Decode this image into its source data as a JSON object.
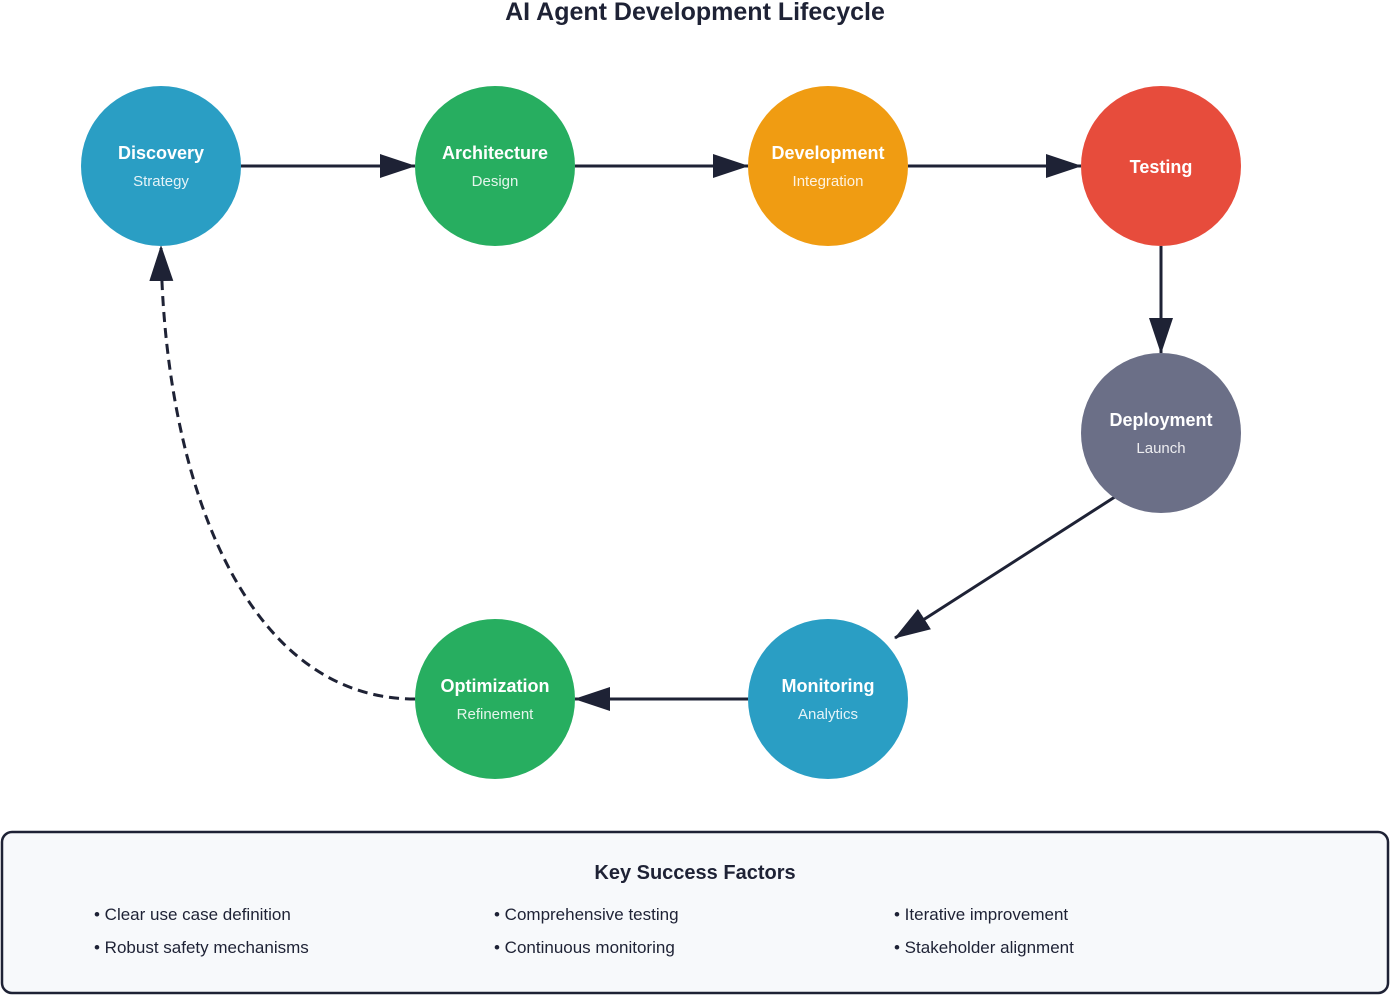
{
  "title": "AI Agent Development Lifecycle",
  "stages": [
    {
      "id": "discovery",
      "label": "Discovery",
      "sub": "Strategy",
      "color": "#2a9ec4"
    },
    {
      "id": "architecture",
      "label": "Architecture",
      "sub": "Design",
      "color": "#27ae60"
    },
    {
      "id": "development",
      "label": "Development",
      "sub": "Integration",
      "color": "#f09c12"
    },
    {
      "id": "testing",
      "label": "Testing",
      "sub": "",
      "color": "#e74c3c"
    },
    {
      "id": "deployment",
      "label": "Deployment",
      "sub": "Launch",
      "color": "#6b6f87"
    },
    {
      "id": "monitoring",
      "label": "Monitoring",
      "sub": "Analytics",
      "color": "#2a9ec4"
    },
    {
      "id": "optimization",
      "label": "Optimization",
      "sub": "Refinement",
      "color": "#27ae60"
    }
  ],
  "connections": [
    {
      "from": "discovery",
      "to": "architecture",
      "style": "solid"
    },
    {
      "from": "architecture",
      "to": "development",
      "style": "solid"
    },
    {
      "from": "development",
      "to": "testing",
      "style": "solid"
    },
    {
      "from": "testing",
      "to": "deployment",
      "style": "solid"
    },
    {
      "from": "deployment",
      "to": "monitoring",
      "style": "solid"
    },
    {
      "from": "monitoring",
      "to": "optimization",
      "style": "solid"
    },
    {
      "from": "optimization",
      "to": "discovery",
      "style": "dashed"
    }
  ],
  "success_factors": {
    "title": "Key Success Factors",
    "items": [
      "• Clear use case definition",
      "• Comprehensive testing",
      "• Iterative improvement",
      "• Robust safety mechanisms",
      "• Continuous monitoring",
      "• Stakeholder alignment"
    ]
  },
  "colors": {
    "edge": "#1e2235",
    "panel_background": "#f7f9fb",
    "panel_border": "#1e2235",
    "text": "#1e2235"
  }
}
